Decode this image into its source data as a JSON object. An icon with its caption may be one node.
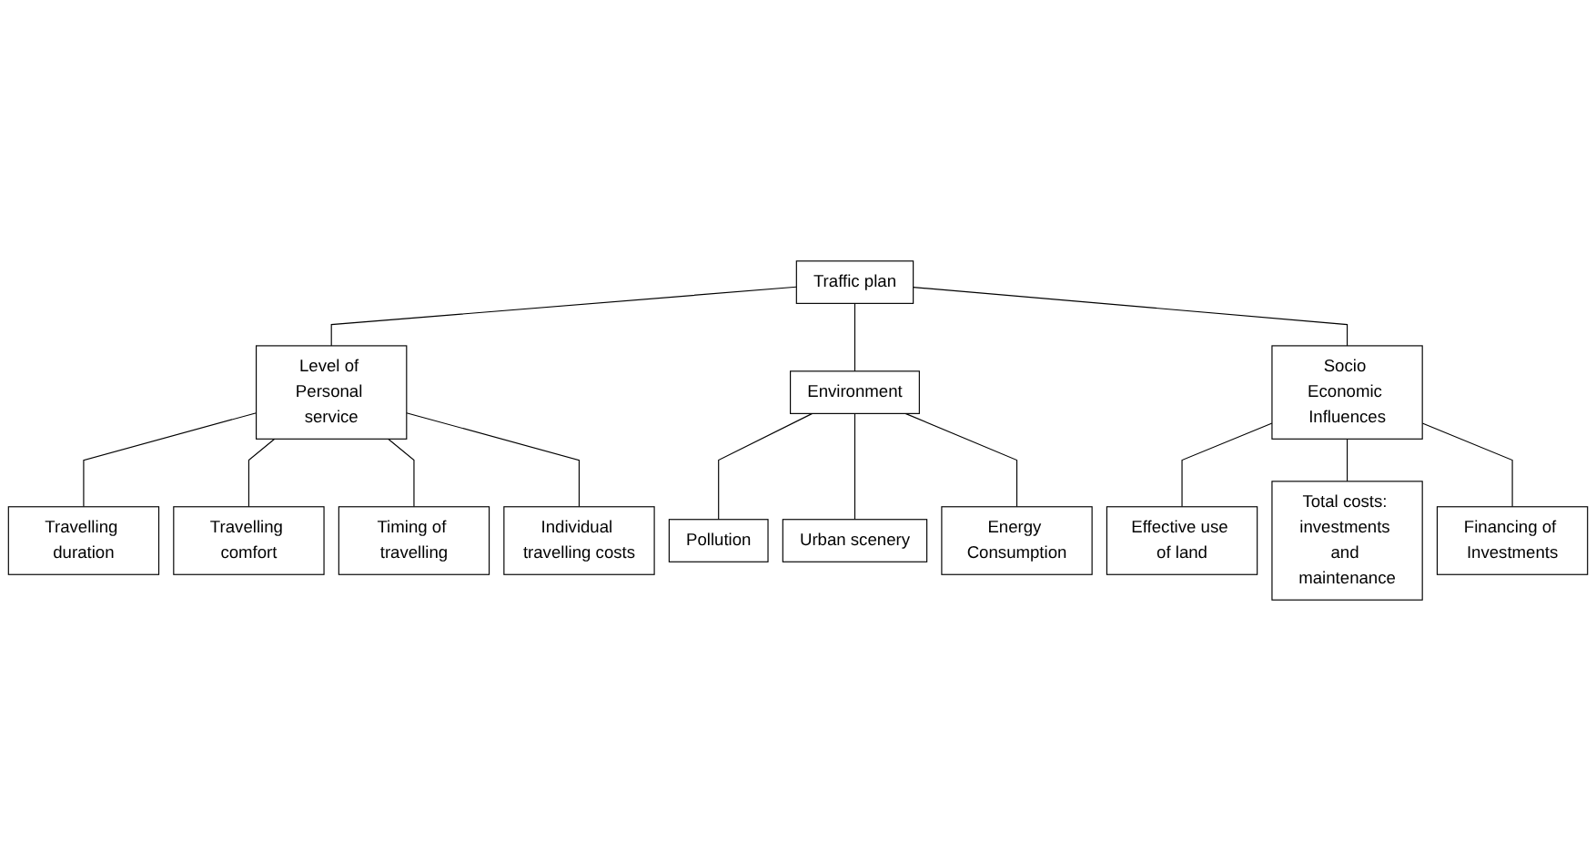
{
  "diagram": {
    "nodes": [
      {
        "text": [
          "Traffic plan"
        ]
      },
      {
        "text": [
          "Level of Personal service"
        ]
      },
      {
        "text": [
          "Environment"
        ]
      },
      {
        "text": [
          "Socio Economic Influences"
        ]
      },
      {
        "text": [
          "Travelling duration"
        ]
      },
      {
        "text": [
          "Travelling comfort"
        ]
      },
      {
        "text": [
          "Timing of travelling"
        ]
      },
      {
        "text": [
          "Individual travelling costs"
        ]
      },
      {
        "text": [
          "Pollution"
        ]
      },
      {
        "text": [
          "Urban scenery"
        ]
      },
      {
        "text": [
          "Energy Consumption"
        ]
      },
      {
        "text": [
          "Effective use of land"
        ]
      },
      {
        "text": [
          "Total costs: investments and maintenance"
        ]
      },
      {
        "text": [
          "Financing of Investments"
        ]
      }
    ],
    "edges": [
      {
        "from": 0,
        "to": 1,
        "arrow": "none"
      },
      {
        "from": 0,
        "to": 2,
        "arrow": "none"
      },
      {
        "from": 0,
        "to": 3,
        "arrow": "none"
      },
      {
        "from": 1,
        "to": 4,
        "arrow": "none"
      },
      {
        "from": 1,
        "to": 5,
        "arrow": "none"
      },
      {
        "from": 1,
        "to": 6,
        "arrow": "none"
      },
      {
        "from": 1,
        "to": 7,
        "arrow": "none"
      },
      {
        "from": 2,
        "to": 8,
        "arrow": "none"
      },
      {
        "from": 2,
        "to": 9,
        "arrow": "none"
      },
      {
        "from": 2,
        "to": 10,
        "arrow": "none"
      },
      {
        "from": 3,
        "to": 11,
        "arrow": "none"
      },
      {
        "from": 3,
        "to": 12,
        "arrow": "none"
      },
      {
        "from": 3,
        "to": 13,
        "arrow": "none"
      }
    ]
  }
}
